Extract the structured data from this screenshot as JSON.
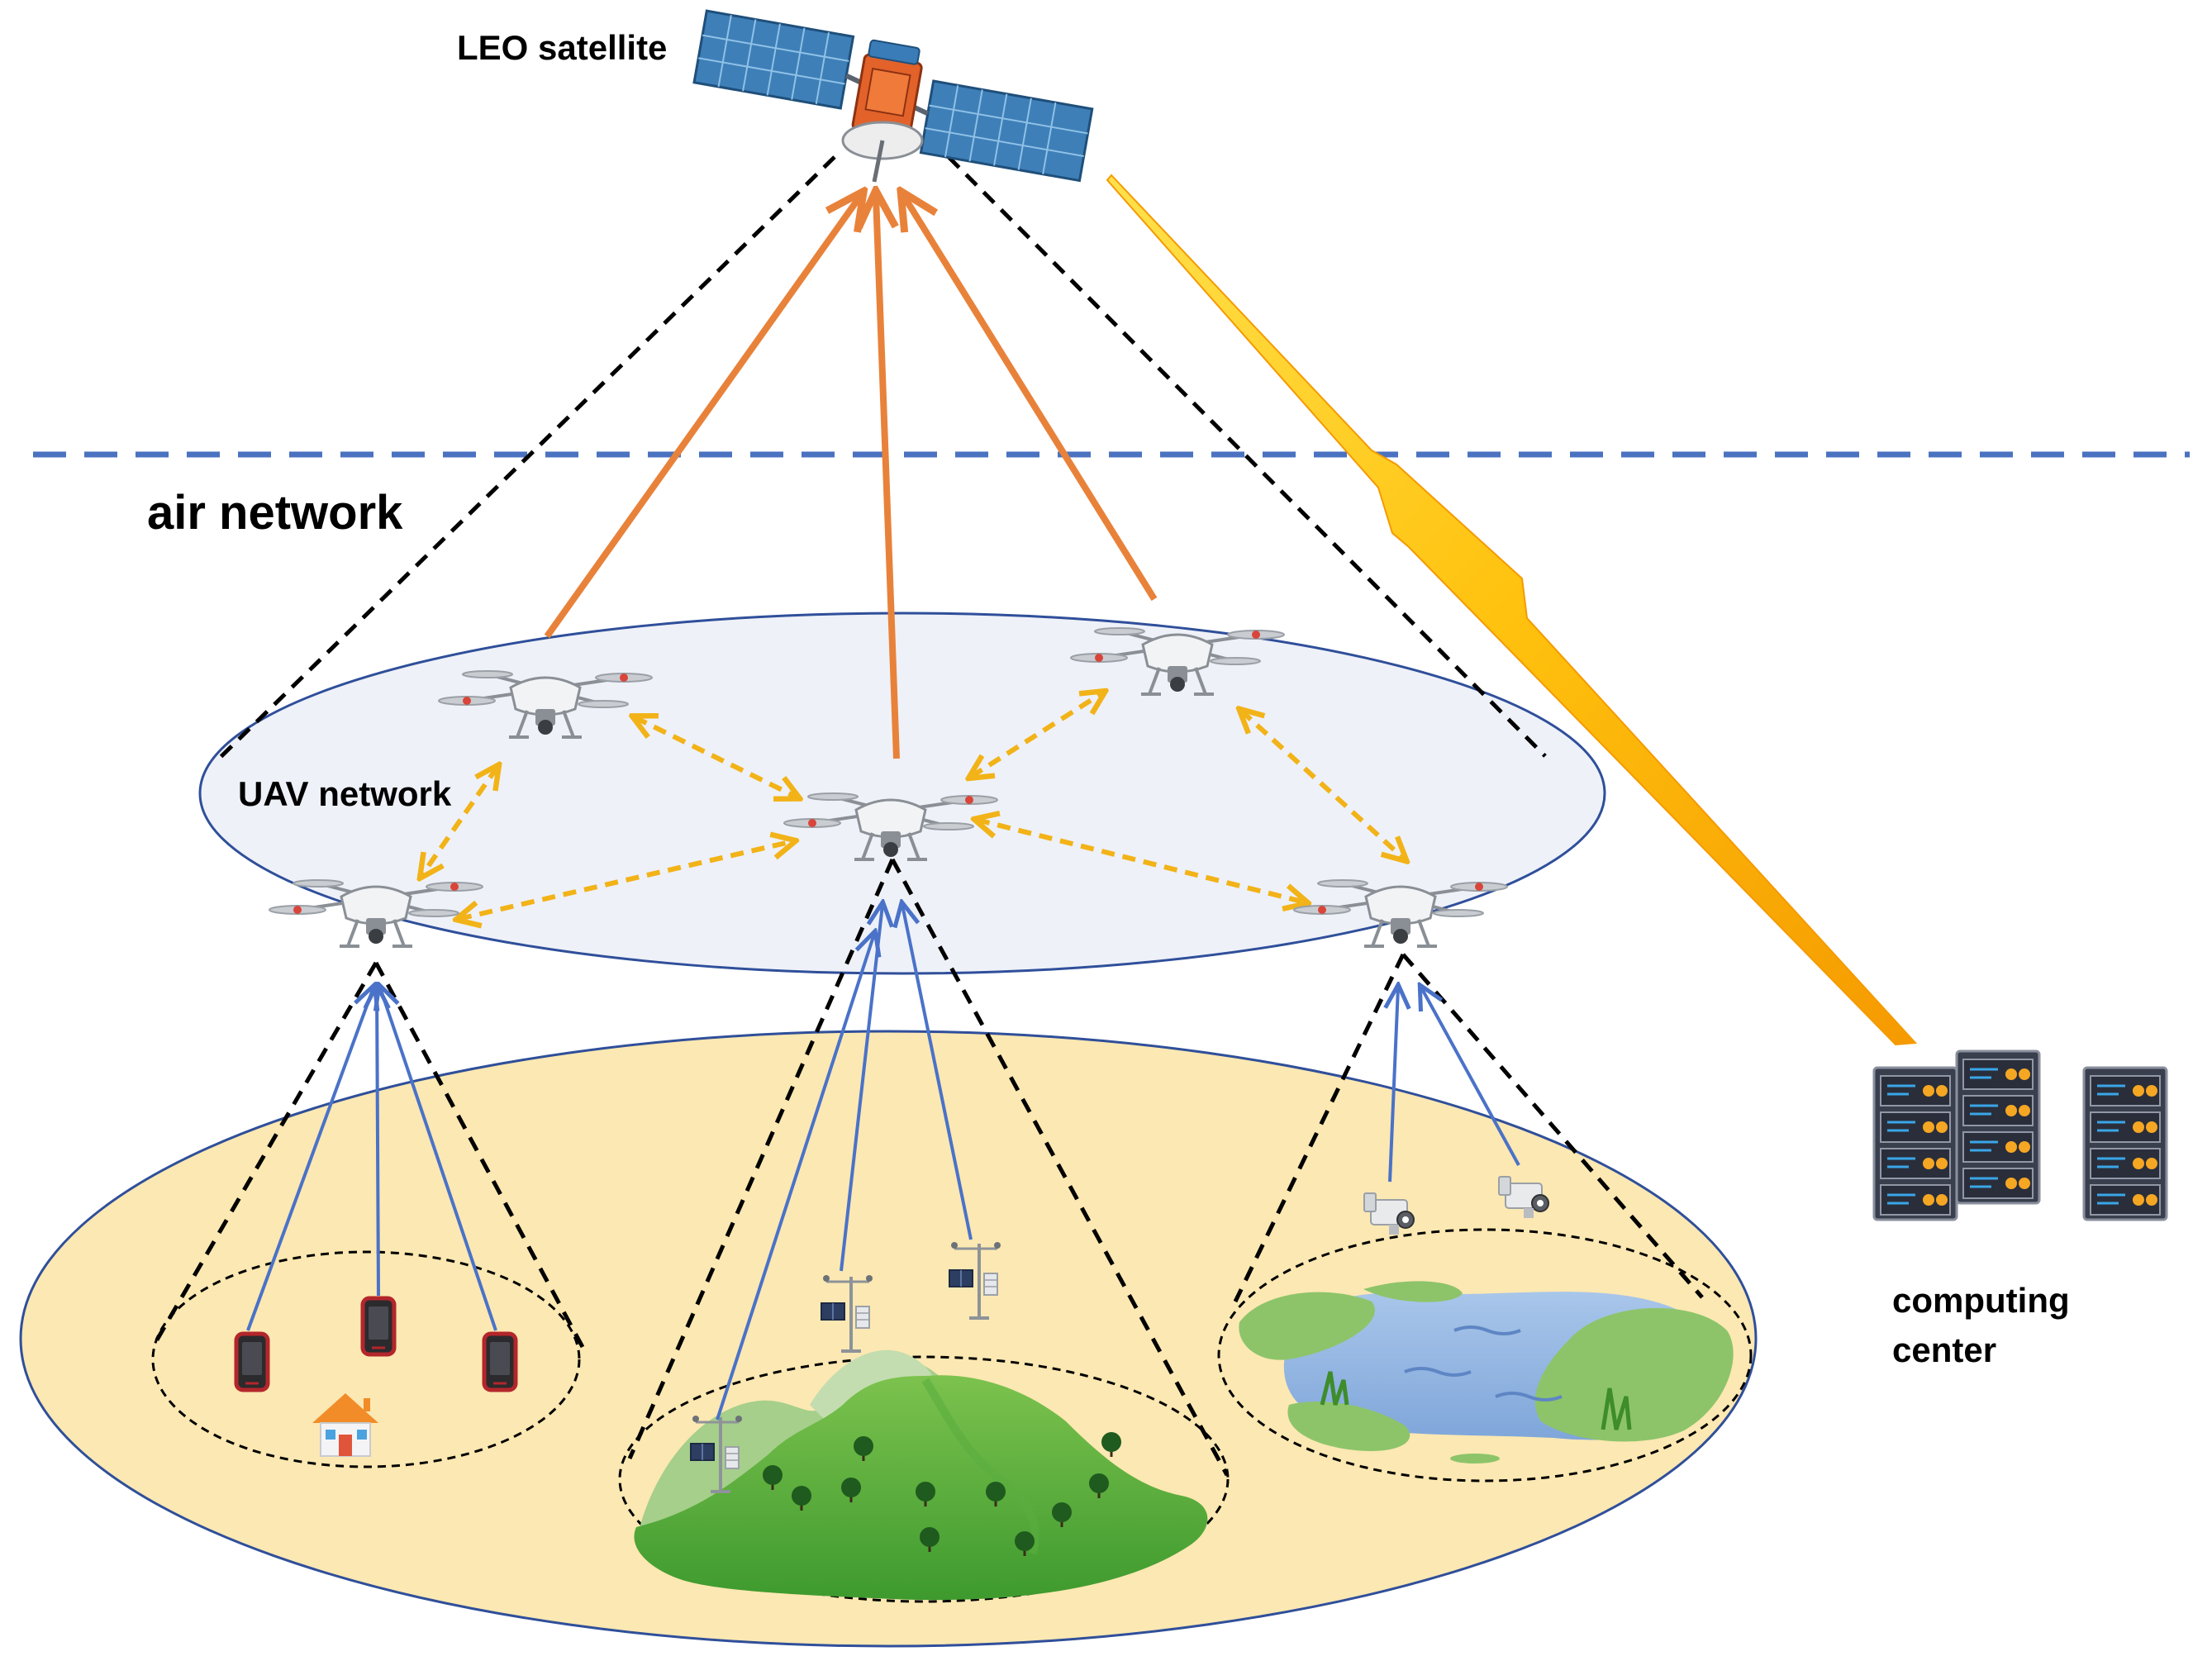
{
  "labels": {
    "satellite": "LEO satellite",
    "air_network": "air network",
    "uav_network": "UAV network",
    "computing_center_line1": "computing",
    "computing_center_line2": "center"
  },
  "colors": {
    "uplink_orange": "#E8823A",
    "uav_link_yellow": "#F2B318",
    "ground_link_blue": "#4A72C8",
    "divider_blue": "#4A72C0",
    "coverage_black": "#000000",
    "uav_plane_fill": "#EEF1F8",
    "ground_plane_fill": "#FCE8B2",
    "ellipse_stroke": "#2F4F9A",
    "feeder_link": "#FFC20E"
  },
  "icons": {
    "satellite": "satellite-icon",
    "drone": "drone-icon",
    "phone": "phone-icon",
    "house": "house-icon",
    "weather_station": "weather-station-icon",
    "camera": "camera-icon",
    "server_rack": "server-rack-icon",
    "mountain": "mountain-icon",
    "lake": "lake-icon",
    "lightning_link": "lightning-link-icon"
  }
}
